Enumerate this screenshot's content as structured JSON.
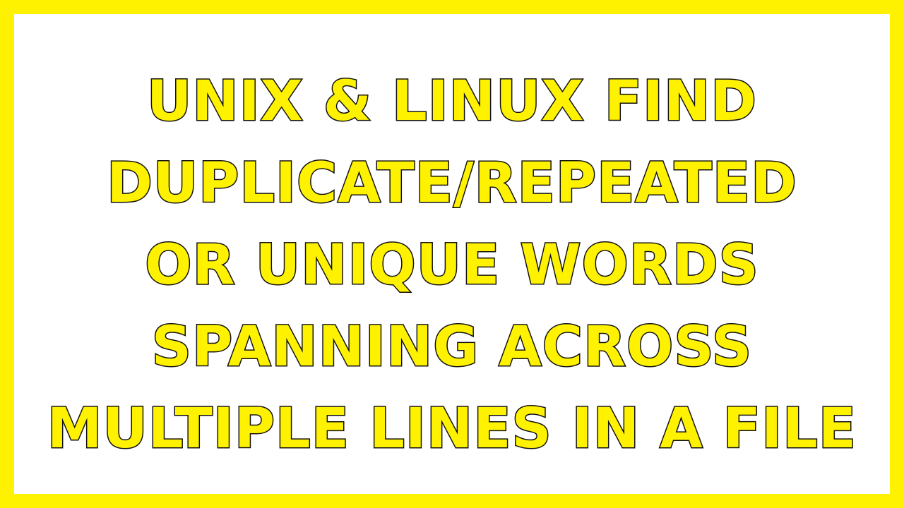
{
  "title_lines": [
    "Unix & Linux Find",
    "duplicate/repeated",
    "or unique words",
    "spanning across",
    "multiple lines in a file"
  ],
  "colors": {
    "border": "#fff200",
    "text_fill": "#fff200",
    "text_outline": "#111111",
    "background": "#ffffff"
  }
}
